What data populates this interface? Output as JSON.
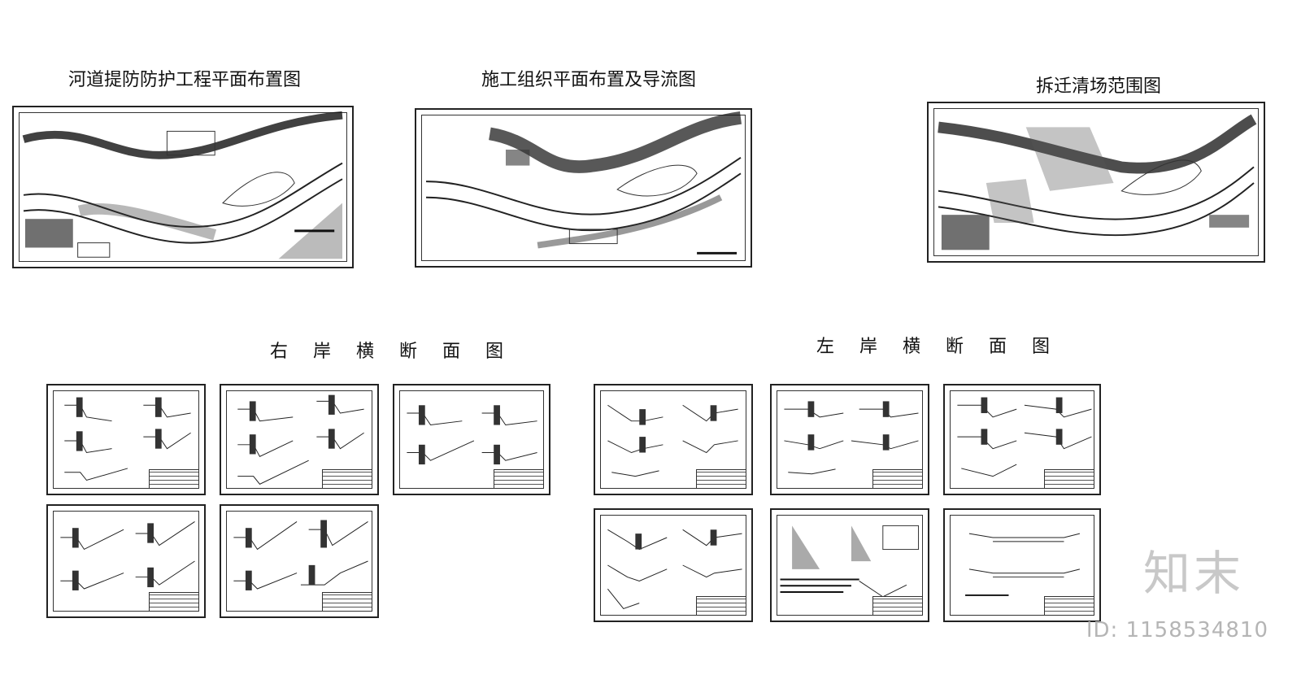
{
  "titles": {
    "plan1": "河道提防防护工程平面布置图",
    "plan2": "施工组织平面布置及导流图",
    "plan3": "拆迁清场范围图",
    "right_bank": "右 岸 横 断 面 图",
    "left_bank": "左 岸 横 断 面 图"
  },
  "watermark": {
    "brand": "知末",
    "id": "ID: 1158534810"
  }
}
